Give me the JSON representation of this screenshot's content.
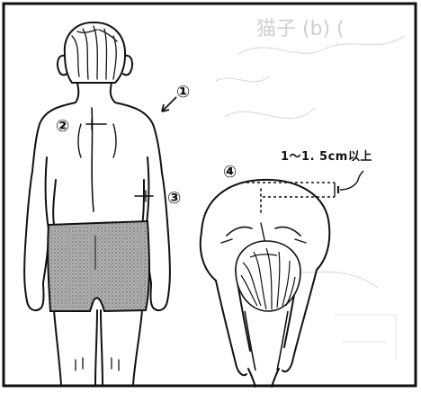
{
  "header_text": "猫子 (b) (",
  "labels": {
    "one": "①",
    "two": "②",
    "three": "③",
    "four": "④"
  },
  "measurement": "1〜1. 5cm以上",
  "colors": {
    "line": "#111111",
    "shorts_fill": "#9a9a9a",
    "paper": "#ffffff",
    "faint": "#d6d6d6"
  }
}
